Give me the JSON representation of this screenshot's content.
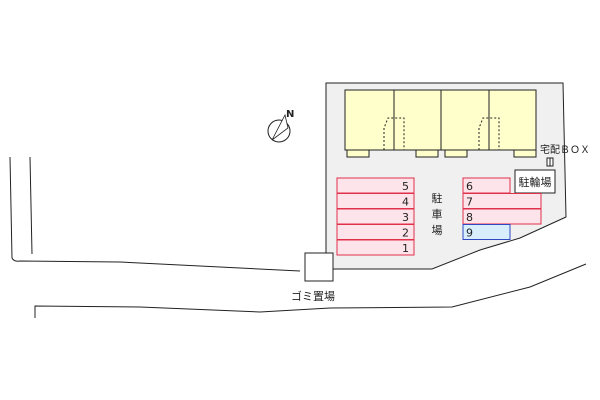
{
  "compass": {
    "north_label": "N",
    "icon": "north-arrow-compass"
  },
  "labels": {
    "parking": "駐車場",
    "bicycle_parking": "駐輪場",
    "delivery_box": "宅配ＢＯＸ",
    "garbage": "ゴミ置場"
  },
  "parking_left": [
    "5",
    "4",
    "3",
    "2",
    "1"
  ],
  "parking_right": [
    "6",
    "7",
    "8",
    "9"
  ],
  "colors": {
    "lot": "#f0f0f0",
    "building": "#ffffcc",
    "parking_fill": "#fde4ea",
    "parking_stroke": "#e0304a",
    "space_9_fill": "#d8eefc",
    "space_9_stroke": "#3048c0",
    "outline": "#222222"
  }
}
